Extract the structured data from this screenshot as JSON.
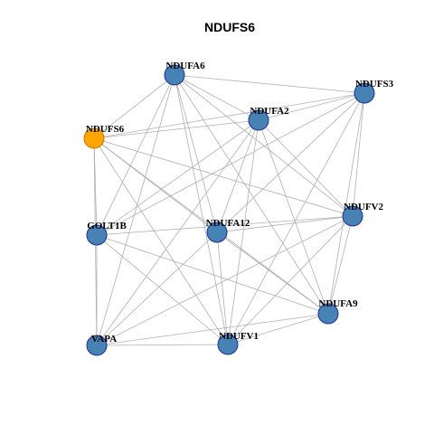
{
  "graph": {
    "title": "NDUFS6",
    "colors": {
      "node_fill": "#4682b4",
      "node_stroke": "#1c2f9c",
      "focus_fill": "#ffa500",
      "focus_stroke": "#c07b00",
      "edge": "#b0b0b0"
    },
    "focus_node": "NDUFS6",
    "nodes": [
      "NDUFA6",
      "NDUFS3",
      "NDUFA2",
      "NDUFS6",
      "NDUFV2",
      "GOLT1B",
      "NDUFA12",
      "NDUFA9",
      "VAPA",
      "NDUFV1"
    ],
    "edges": [
      [
        "NDUFA6",
        "NDUFS3"
      ],
      [
        "NDUFA6",
        "NDUFA2"
      ],
      [
        "NDUFA6",
        "NDUFS6"
      ],
      [
        "NDUFA6",
        "GOLT1B"
      ],
      [
        "NDUFA6",
        "NDUFA12"
      ],
      [
        "NDUFA6",
        "NDUFV2"
      ],
      [
        "NDUFA6",
        "NDUFA9"
      ],
      [
        "NDUFA6",
        "NDUFV1"
      ],
      [
        "NDUFA6",
        "VAPA"
      ],
      [
        "NDUFS3",
        "NDUFA2"
      ],
      [
        "NDUFS3",
        "NDUFS6"
      ],
      [
        "NDUFS3",
        "GOLT1B"
      ],
      [
        "NDUFS3",
        "NDUFA12"
      ],
      [
        "NDUFS3",
        "NDUFV2"
      ],
      [
        "NDUFS3",
        "NDUFA9"
      ],
      [
        "NDUFS3",
        "NDUFV1"
      ],
      [
        "NDUFA2",
        "NDUFS6"
      ],
      [
        "NDUFA2",
        "GOLT1B"
      ],
      [
        "NDUFA2",
        "NDUFA12"
      ],
      [
        "NDUFA2",
        "NDUFV2"
      ],
      [
        "NDUFA2",
        "NDUFA9"
      ],
      [
        "NDUFA2",
        "NDUFV1"
      ],
      [
        "NDUFA2",
        "VAPA"
      ],
      [
        "NDUFS6",
        "GOLT1B"
      ],
      [
        "NDUFS6",
        "VAPA"
      ],
      [
        "NDUFS6",
        "NDUFA12"
      ],
      [
        "NDUFS6",
        "NDUFV2"
      ],
      [
        "NDUFS6",
        "NDUFA9"
      ],
      [
        "NDUFS6",
        "NDUFV1"
      ],
      [
        "GOLT1B",
        "VAPA"
      ],
      [
        "GOLT1B",
        "NDUFA9"
      ],
      [
        "GOLT1B",
        "NDUFV1"
      ],
      [
        "GOLT1B",
        "NDUFV2"
      ],
      [
        "NDUFA12",
        "NDUFV2"
      ],
      [
        "NDUFA12",
        "NDUFA9"
      ],
      [
        "NDUFA12",
        "NDUFV1"
      ],
      [
        "NDUFA12",
        "VAPA"
      ],
      [
        "NDUFV2",
        "NDUFA9"
      ],
      [
        "NDUFV2",
        "NDUFV1"
      ],
      [
        "NDUFV2",
        "VAPA"
      ],
      [
        "NDUFA9",
        "NDUFV1"
      ],
      [
        "NDUFA9",
        "VAPA"
      ],
      [
        "VAPA",
        "NDUFV1"
      ]
    ]
  }
}
